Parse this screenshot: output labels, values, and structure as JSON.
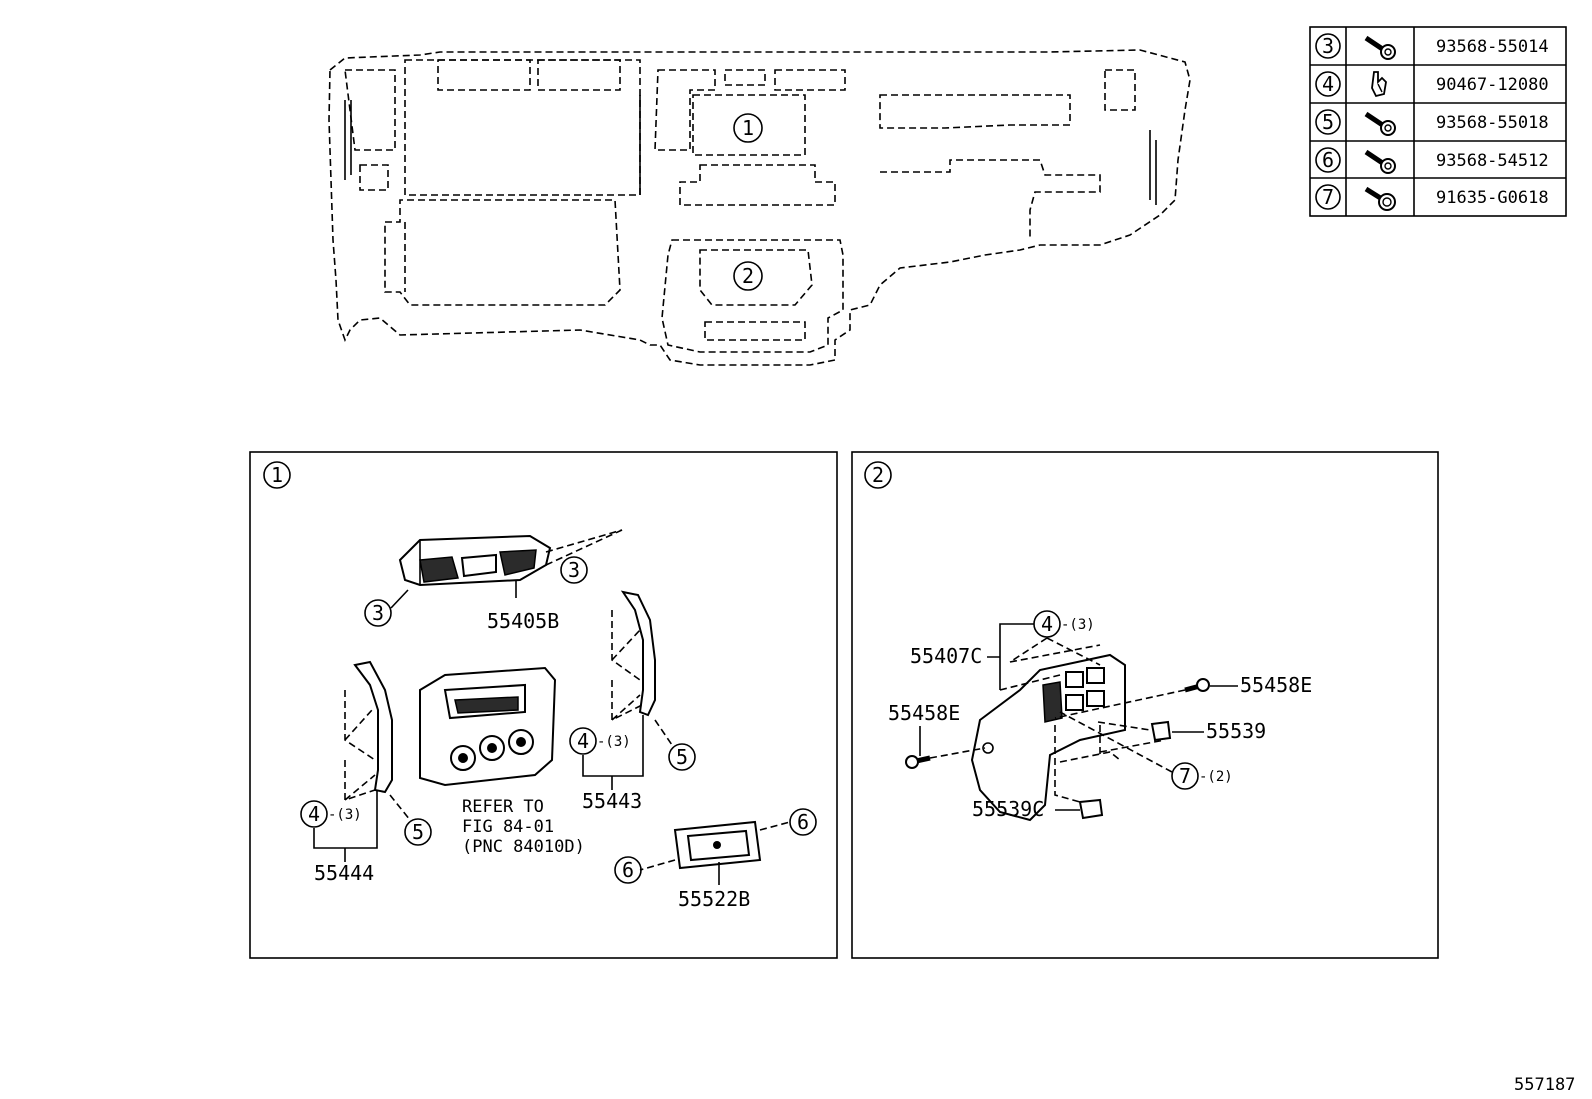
{
  "figure_id": "557187",
  "parts_table": [
    {
      "callout": "3",
      "icon": "bolt-icon",
      "part_number": "93568-55014"
    },
    {
      "callout": "4",
      "icon": "clip-icon",
      "part_number": "90467-12080"
    },
    {
      "callout": "5",
      "icon": "bolt-icon",
      "part_number": "93568-55018"
    },
    {
      "callout": "6",
      "icon": "bolt-icon",
      "part_number": "93568-54512"
    },
    {
      "callout": "7",
      "icon": "bolt-icon",
      "part_number": "91635-G0618"
    }
  ],
  "overview": {
    "callout_1": "1",
    "callout_2": "2"
  },
  "panel1": {
    "callout": "1",
    "labels": {
      "p55405b": "55405B",
      "p55444": "55444",
      "p55443": "55443",
      "p55522b": "55522B",
      "refer_line1": "REFER TO",
      "refer_line2": "FIG 84-01",
      "refer_line3": "(PNC 84010D)"
    },
    "callouts": {
      "c3a": "3",
      "c3b": "3",
      "c4a": "4",
      "c4a_qty": "-(3)",
      "c5a": "5",
      "c4b": "4",
      "c4b_qty": "-(3)",
      "c5b": "5",
      "c6a": "6",
      "c6b": "6"
    }
  },
  "panel2": {
    "callout": "2",
    "labels": {
      "p55407c": "55407C",
      "p55458e_l": "55458E",
      "p55458e_r": "55458E",
      "p55539": "55539",
      "p55539c": "55539C"
    },
    "callouts": {
      "c4": "4",
      "c4_qty": "-(3)",
      "c7": "7",
      "c7_qty": "-(2)"
    }
  }
}
